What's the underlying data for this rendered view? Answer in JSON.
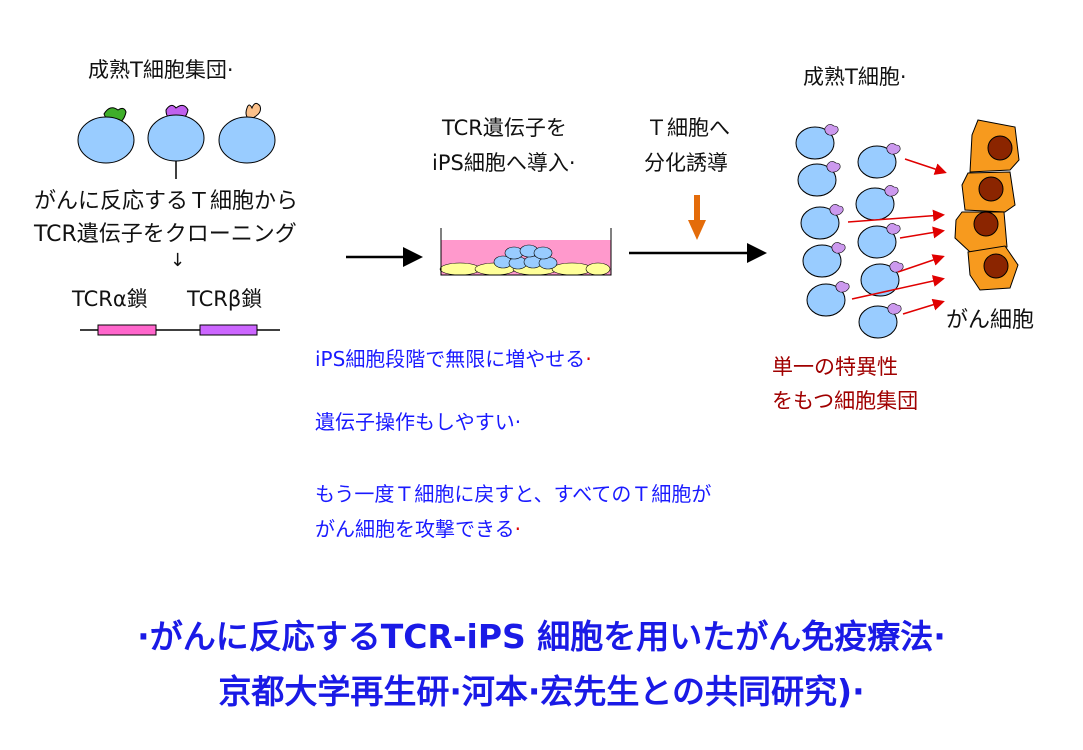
{
  "left": {
    "population_label": "成熟T細胞集団·",
    "clone_text_line1": "がんに反応するＴ細胞から",
    "clone_text_line2": "TCR遺伝子をクローニング",
    "down_arrow": "↓",
    "alpha_label": "TCRα鎖",
    "beta_label": "TCRβ鎖"
  },
  "middle": {
    "intro_line1": "TCR遺伝子を",
    "intro_line2": "iPS細胞へ導入·",
    "diff_line1": "Ｔ細胞へ",
    "diff_line2": "分化誘導"
  },
  "right": {
    "mature_label": "成熟T細胞·",
    "cancer_label": "がん細胞",
    "specific_line1": "単一の特異性",
    "specific_line2": "をもつ細胞集団"
  },
  "notes": [
    {
      "text": "iPS細胞段階で無限に増やせる",
      "mark": "·"
    },
    {
      "text": "遺伝子操作もしやすい·",
      "mark": ""
    },
    {
      "text": "もう一度Ｔ細胞に戻すと、すべてのＴ細胞が",
      "mark": ""
    },
    {
      "text": "がん細胞を攻撃できる",
      "mark": "·"
    }
  ],
  "title": {
    "line1": "·がんに反応するTCR-iPS 細胞を用いたがん免疫療法·",
    "line2": "京都大学再生研·河本·宏先生との共同研究)·"
  },
  "colors": {
    "cell_blue": "#99ccff",
    "cancer_orange": "#f79a1e",
    "nucleus": "#8b2500",
    "title_blue": "#1a1ae6",
    "note_blue": "#1a1aff",
    "dark_red": "#a00000",
    "arrow_red": "#e00000",
    "arrow_orange": "#e46c0a"
  }
}
